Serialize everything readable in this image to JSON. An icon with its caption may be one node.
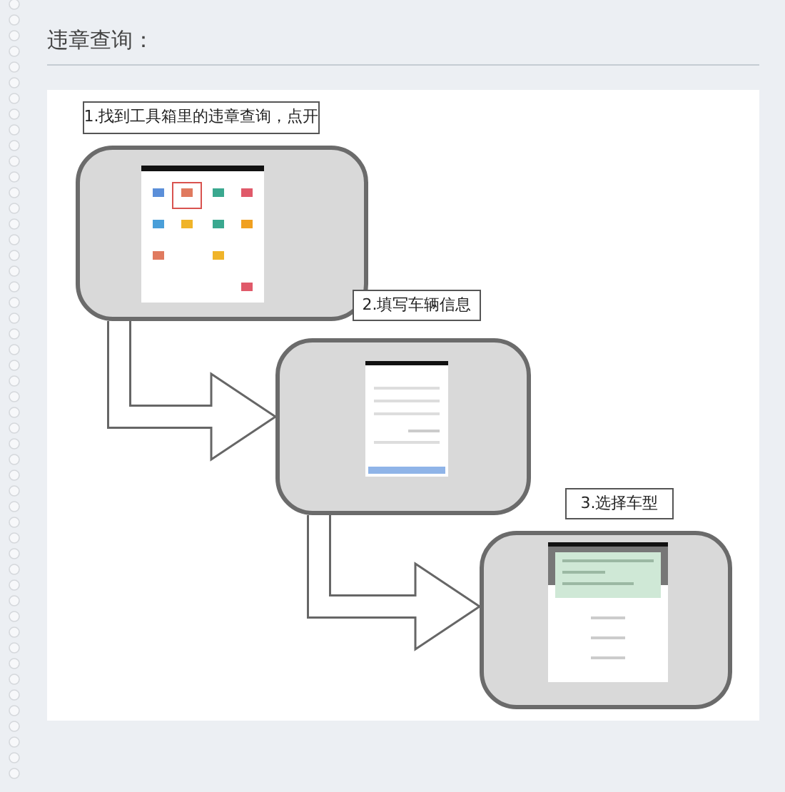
{
  "diagram": {
    "title": "违章查询：",
    "nodes": [
      {
        "text": [
          "1.找到工具箱里的违章查询，点开"
        ]
      },
      {
        "text": [],
        "shape": "box"
      },
      {
        "text": [
          "2.填写车辆信息"
        ]
      },
      {
        "text": [],
        "shape": "box"
      },
      {
        "text": [
          "3.选择车型"
        ]
      },
      {
        "text": [],
        "shape": "box"
      }
    ],
    "edges": [
      {
        "from": 1,
        "to": 3,
        "arrow": "to"
      },
      {
        "from": 3,
        "to": 5,
        "arrow": "to"
      }
    ]
  }
}
